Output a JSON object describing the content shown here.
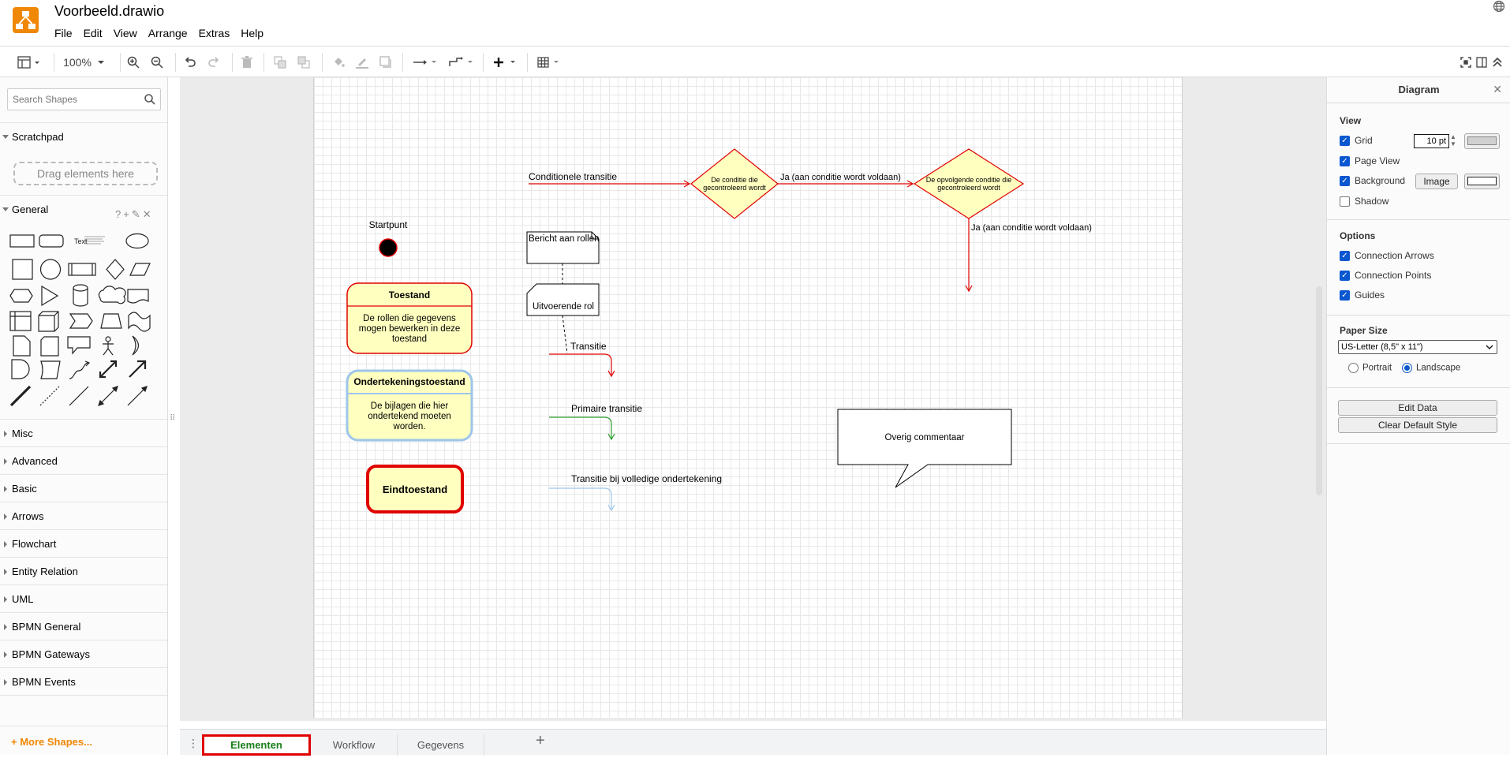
{
  "app": {
    "doc_title": "Voorbeeld.drawio",
    "menu": [
      "File",
      "Edit",
      "View",
      "Arrange",
      "Extras",
      "Help"
    ]
  },
  "toolbar": {
    "zoom": "100%"
  },
  "sidebar": {
    "search_placeholder": "Search Shapes",
    "scratchpad_label": "Scratchpad",
    "scratchpad_tools": "?+✎✕",
    "drag_hint": "Drag elements here",
    "general_label": "General",
    "text_shape_label": "Text",
    "sections": [
      "Misc",
      "Advanced",
      "Basic",
      "Arrows",
      "Flowchart",
      "Entity Relation",
      "UML",
      "BPMN General",
      "BPMN Gateways",
      "BPMN Events"
    ],
    "more_shapes": "+ More Shapes..."
  },
  "diagram": {
    "startpunt": "Startpunt",
    "toestand_title": "Toestand",
    "toestand_body_1": "De rollen die gegevens",
    "toestand_body_2": "mogen bewerken in deze",
    "toestand_body_3": "toestand",
    "onderteken_title": "Ondertekeningstoestand",
    "onderteken_body_1": "De bijlagen die hier",
    "onderteken_body_2": "ondertekend moeten",
    "onderteken_body_3": "worden.",
    "eindtoestand": "Eindtoestand",
    "conditionele_transitie": "Conditionele transitie",
    "conditie_1a": "De conditie die",
    "conditie_1b": "gecontroleerd wordt",
    "ja_label_1": "Ja (aan conditie wordt voldaan)",
    "conditie_2a": "De opvolgende conditie die",
    "conditie_2b": "gecontroleerd wordt",
    "ja_label_2": "Ja (aan conditie wordt voldaan)",
    "bericht": "Bericht aan rollen",
    "uitvoerende": "Uitvoerende rol",
    "transitie": "Transitie",
    "primaire_transitie": "Primaire transitie",
    "transitie_onderteken": "Transitie bij volledige ondertekening",
    "commentaar": "Overig commentaar",
    "colors": {
      "red": "#e00000",
      "yellow": "#ffffc0",
      "blue": "#9ec6ea",
      "green": "#2e9e2e"
    }
  },
  "tabs": {
    "items": [
      "Elementen",
      "Workflow",
      "Gegevens"
    ]
  },
  "format_panel": {
    "title": "Diagram",
    "view_head": "View",
    "grid": "Grid",
    "grid_size": "10 pt",
    "page_view": "Page View",
    "background": "Background",
    "image_button": "Image",
    "shadow": "Shadow",
    "options_head": "Options",
    "connection_arrows": "Connection Arrows",
    "connection_points": "Connection Points",
    "guides": "Guides",
    "paper_head": "Paper Size",
    "paper_value": "US-Letter (8,5\" x 11\")",
    "portrait": "Portrait",
    "landscape": "Landscape",
    "edit_data": "Edit Data",
    "clear_style": "Clear Default Style"
  }
}
